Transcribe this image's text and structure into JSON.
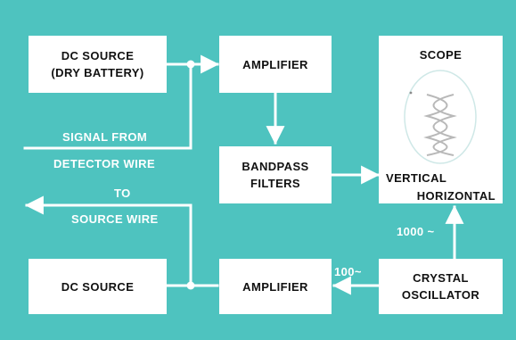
{
  "colors": {
    "background": "#4ec3bf",
    "box": "#ffffff",
    "line": "#ffffff",
    "text_on_box": "#111111",
    "text_on_background": "#ffffff"
  },
  "blocks": {
    "dc_source_top": {
      "line1": "DC SOURCE",
      "line2": "(DRY BATTERY)"
    },
    "amplifier_top": {
      "label": "AMPLIFIER"
    },
    "bandpass_filters": {
      "line1": "BANDPASS",
      "line2": "FILTERS"
    },
    "scope": {
      "title": "SCOPE",
      "vertical_label": "VERTICAL",
      "horizontal_label": "HORIZONTAL"
    },
    "dc_source_bottom": {
      "label": "DC SOURCE"
    },
    "amplifier_bottom": {
      "label": "AMPLIFIER"
    },
    "crystal_oscillator": {
      "line1": "CRYSTAL",
      "line2": "OSCILLATOR"
    }
  },
  "labels": {
    "signal_from": "SIGNAL FROM",
    "detector_wire": "DETECTOR WIRE",
    "to": "TO",
    "source_wire": "SOURCE WIRE",
    "freq_1000": "1000 ~",
    "freq_100": "100~"
  },
  "icons": [
    "lissajous-figure-icon",
    "arrowhead-icon"
  ]
}
